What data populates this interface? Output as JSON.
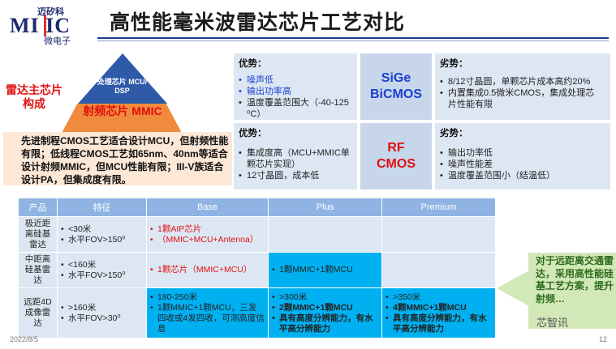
{
  "logo": {
    "top": "迈矽科",
    "main": "MI IC",
    "bottom": "微电子"
  },
  "title": "高性能毫米波雷达芯片工艺对比",
  "left_panel": {
    "label": "雷达主芯片构成",
    "pyramid_top": "处理芯片 MCU/ DSP",
    "pyramid_bottom": "射频芯片 MMIC",
    "description": "先进制程CMOS工艺适合设计MCU，但射频性能有限；低线程CMOS工艺如65nm、40nm等适合设计射频MMIC，但MCU性能有限；III-V族适合设计PA，但集成度有限。"
  },
  "sige": {
    "adv_title": "优势：",
    "adv": [
      "噪声低",
      "输出功率高",
      "温度覆盖范围大（-40-125 ⁰C）"
    ],
    "name": "SiGe BiCMOS",
    "dis_title": "劣势：",
    "dis": [
      "8/12寸晶圆，单颗芯片成本高约20%",
      "内置集成0.5微米CMOS，集成处理芯片性能有限"
    ]
  },
  "rf": {
    "adv_title": "优势：",
    "adv": [
      "集成度高（MCU+MMIC单颗芯片实现）",
      "12寸晶圆，成本低"
    ],
    "name": "RF CMOS",
    "dis_title": "劣势：",
    "dis": [
      "输出功率低",
      "噪声性能差",
      "温度覆盖范围小（结温低）"
    ]
  },
  "table": {
    "headers": [
      "产品",
      "特征",
      "Base",
      "Plus",
      "Premium"
    ],
    "rows": [
      {
        "product": "极近距离硅基雷达",
        "features": [
          "<30米",
          "水平FOV>150⁰"
        ],
        "base": [
          "1颗AIP芯片",
          "（MMIC+MCU+Antenna）"
        ],
        "plus": [],
        "premium": []
      },
      {
        "product": "中距离硅基雷达",
        "features": [
          "<160米",
          "水平FOV>150⁰"
        ],
        "base": [
          "1颗芯片（MMIC+MCU）"
        ],
        "plus": [
          "1颗MMIC+1颗MCU"
        ],
        "premium": []
      },
      {
        "product": "远距4D成像雷达",
        "features": [
          ">160米",
          "水平FOV>30⁰"
        ],
        "base": [
          "180-250米",
          "1颗MMIC+1颗MCU，三发四收或4发四收，可测高度信息"
        ],
        "plus": [
          ">300米",
          "2颗MMIC+1颗MCU",
          "具有高度分辨能力，有水平高分辨能力"
        ],
        "premium": [
          ">350米",
          "4颗MMIC+1颗MCU",
          "具有高度分辨能力，有水平高分辨能力"
        ]
      }
    ]
  },
  "callout": "对于远距离交通雷达，采用高性能硅基工艺方案，提升射频…",
  "footer": {
    "date": "2022/8/5",
    "page": "12",
    "watermark": "芯智讯"
  },
  "colors": {
    "accent_blue": "#1a3fd0",
    "accent_red": "#e01010",
    "header_blue": "#8fb4e3",
    "highlight": "#00b0f0",
    "card_bg": "#dde7f3",
    "callout_bg": "#d2e8b8"
  }
}
